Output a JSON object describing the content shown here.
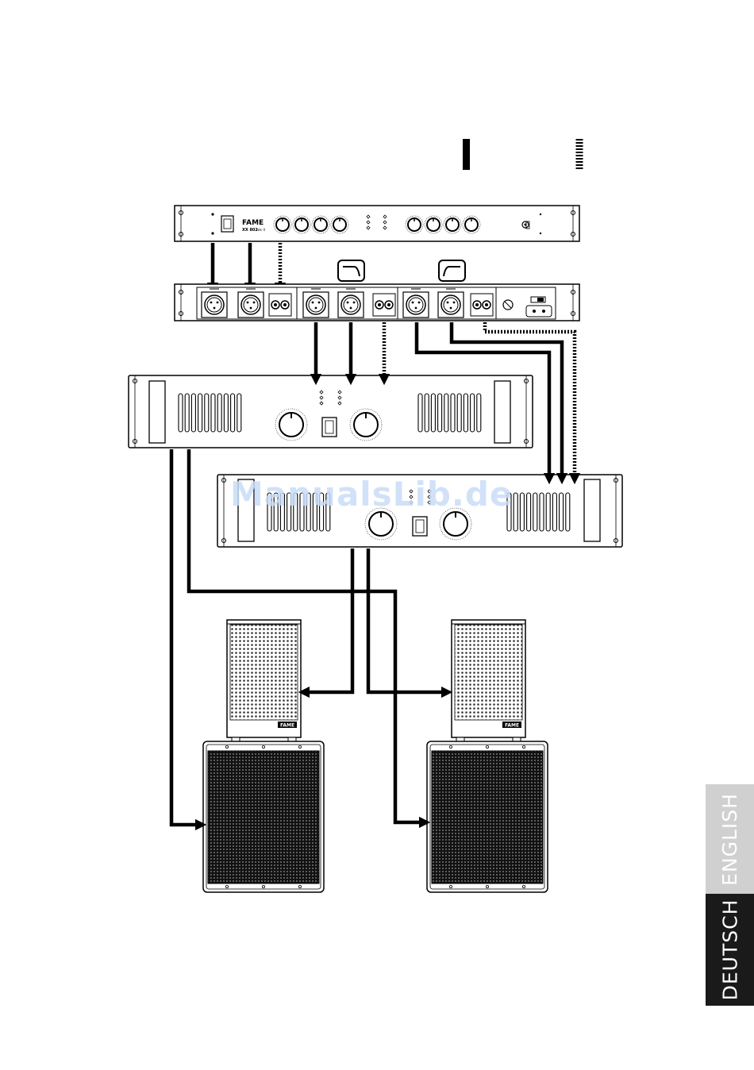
{
  "crossover": {
    "brand": "FAME",
    "model": "XX 802",
    "model_suffix": "mk II"
  },
  "speaker_logo": "FAME",
  "watermark": "ManualsLib.de",
  "language_tabs": [
    "ENGLISH",
    "DEUTSCH"
  ],
  "colors": {
    "line": "#000000",
    "tab_active": "#1a1a1a",
    "tab_inactive": "#d0d0d0",
    "watermark": "#c9dcf7"
  },
  "legend_icons": [
    "solid-line-icon",
    "dashed-line-icon"
  ],
  "filter_icons": [
    "lowpass-filter-icon",
    "highpass-filter-icon"
  ]
}
